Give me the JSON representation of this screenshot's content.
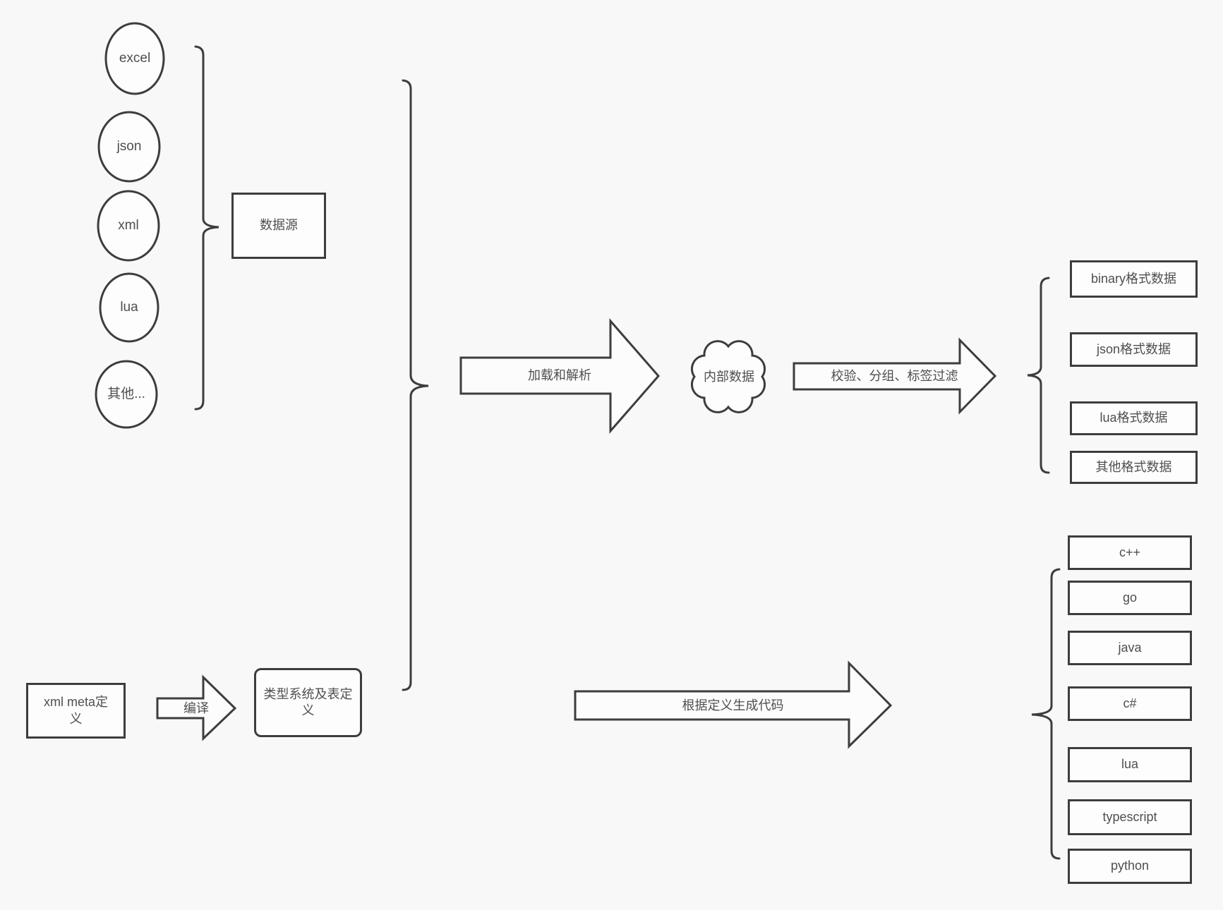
{
  "colors": {
    "background": "#f8f8f8",
    "stroke": "#3d3d3d",
    "text": "#4f4f4f",
    "shape_fill": "#fdfdfd"
  },
  "sources": {
    "nodes": [
      "excel",
      "json",
      "xml",
      "lua",
      "其他..."
    ],
    "group_box": "数据源"
  },
  "pipeline": {
    "load_arrow": "加载和解析",
    "internal_cloud": "内部数据",
    "filter_arrow": "校验、分组、标签过滤",
    "output_formats": [
      "binary格式数据",
      "json格式数据",
      "lua格式数据",
      "其他格式数据"
    ]
  },
  "codegen": {
    "meta_box": "xml meta定义",
    "compile_arrow": "编译",
    "typesystem_box": "类型系统及表定义",
    "generate_arrow": "根据定义生成代码",
    "languages": [
      "c++",
      "go",
      "java",
      "c#",
      "lua",
      "typescript",
      "python"
    ]
  }
}
